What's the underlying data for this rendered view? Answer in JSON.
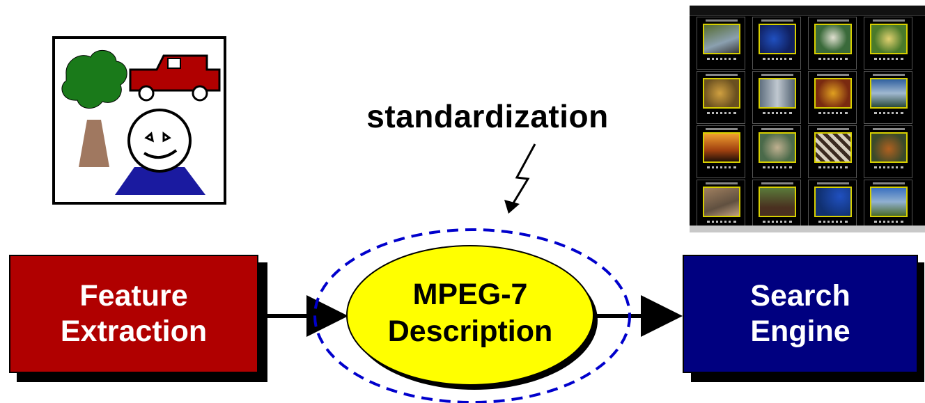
{
  "standardization_label": "standardization",
  "feature_extraction": {
    "line1": "Feature",
    "line2": "Extraction"
  },
  "mpeg7_description": {
    "line1": "MPEG-7",
    "line2": "Description"
  },
  "search_engine": {
    "line1": "Search",
    "line2": "Engine"
  },
  "colors": {
    "feature_block": "#b00000",
    "search_block": "#000080",
    "mpeg7_ellipse": "#ffff00",
    "dashed_ellipse": "#0000cc",
    "car": "#b00000",
    "tree_foliage": "#1a7a1a",
    "tree_trunk": "#a07860",
    "person_body": "#1a1aa0"
  },
  "icons": [
    "clipart-scene-icon",
    "lightning-bolt-icon",
    "image-browser-screenshot",
    "arrow-right-icon"
  ]
}
